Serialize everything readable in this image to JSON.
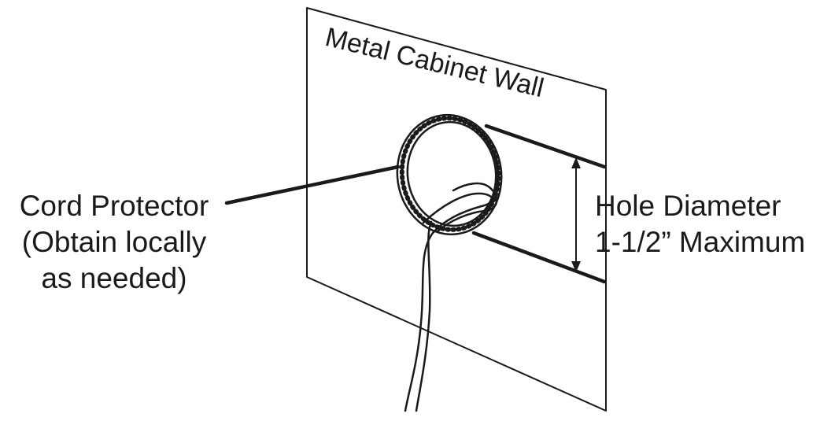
{
  "diagram": {
    "wall_label": "Metal Cabinet Wall",
    "cord_protector": {
      "line1": "Cord Protector",
      "line2": "(Obtain locally",
      "line3": "as needed)"
    },
    "hole": {
      "line1": "Hole Diameter",
      "line2": "1-1/2” Maximum"
    }
  }
}
